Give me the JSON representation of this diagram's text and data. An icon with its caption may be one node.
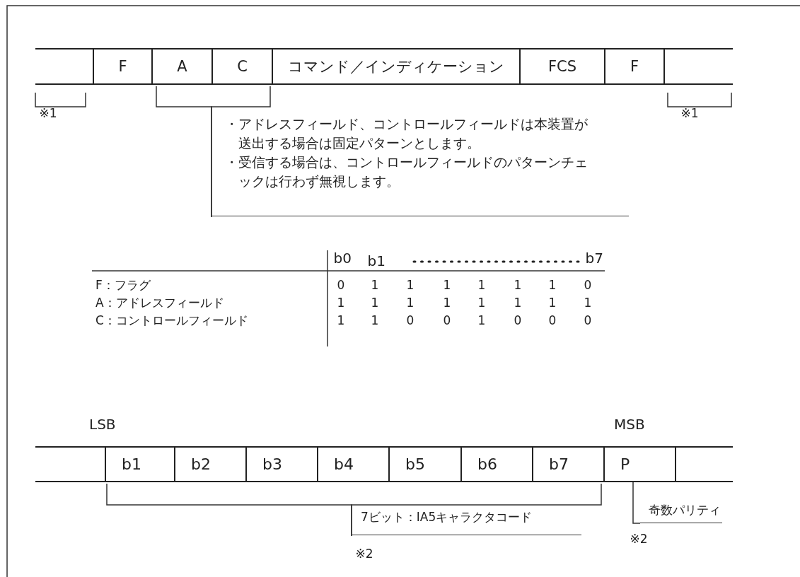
{
  "diagram": {
    "nodes": [
      {
        "text": [],
        "shape": "box"
      },
      {
        "text": [
          "F"
        ]
      },
      {
        "text": [
          "A"
        ]
      },
      {
        "text": [
          "C"
        ]
      },
      {
        "text": [
          "コマンド／インディケーション"
        ]
      },
      {
        "text": [
          "FCS"
        ]
      },
      {
        "text": [
          "F"
        ]
      },
      {
        "text": [],
        "shape": "box"
      },
      {
        "text": [],
        "shape": "box"
      },
      {
        "text": [
          "b1"
        ]
      },
      {
        "text": [
          "b2"
        ]
      },
      {
        "text": [
          "b3"
        ]
      },
      {
        "text": [
          "b4"
        ]
      },
      {
        "text": [
          "b5"
        ]
      },
      {
        "text": [
          "b6"
        ]
      },
      {
        "text": [
          "b7"
        ]
      },
      {
        "text": [
          "P"
        ]
      },
      {
        "text": [],
        "shape": "box"
      },
      {
        "text": [
          "奇数パリティ"
        ]
      },
      {
        "text": [
          "・アドレスフィールド、コントロールフィールドは本装置が送出する場合は固定パターンとします。",
          "・受信する場合は、コントロールフィールドのパターンチェックは行わず無視します。"
        ]
      },
      {
        "text": [
          "7ビット：IA5キャラクタコード"
        ]
      }
    ],
    "edges": [
      {
        "from": 18,
        "to": 16,
        "arrow": "none"
      },
      {
        "from": 19,
        "to": 2,
        "arrow": "none"
      },
      {
        "from": 19,
        "to": 3,
        "arrow": "none"
      },
      {
        "from": 20,
        "to": 9,
        "arrow": "none"
      },
      {
        "from": 20,
        "to": 15,
        "arrow": "none"
      }
    ],
    "labels": [
      "※1",
      "※1",
      "b0",
      "b1",
      "b7",
      "F：フラグ",
      "0",
      "1",
      "1",
      "1",
      "1",
      "1",
      "1",
      "0",
      "A：アドレスフィールド",
      "1",
      "1",
      "1",
      "1",
      "1",
      "1",
      "1",
      "1",
      "C：コントロールフィールド",
      "1",
      "1",
      "0",
      "0",
      "1",
      "0",
      "0",
      "0",
      "LSB",
      "MSB",
      "※2",
      "※2"
    ]
  }
}
